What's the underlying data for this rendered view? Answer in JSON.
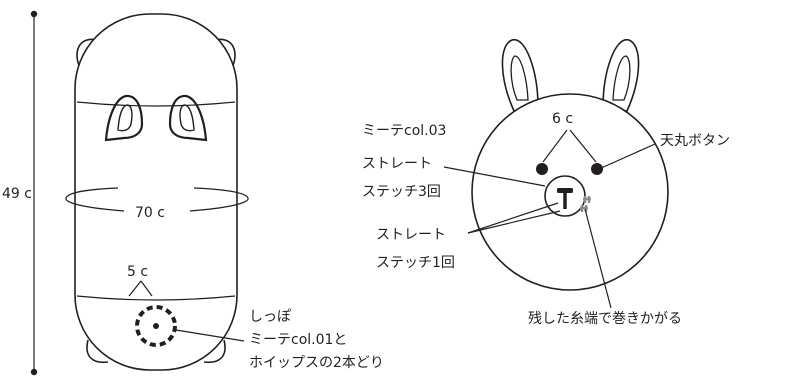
{
  "body_view": {
    "height_label": "49 c",
    "circumference_label": "70 c",
    "tail_size_label": "5 c",
    "tail_note": [
      "しっぽ",
      "ミーテcol.01と",
      "ホイップスの2本どり"
    ]
  },
  "face_view": {
    "eye_spacing_label": "6 c",
    "yarn_label": "ミーテcol.03",
    "mouth_stitch_label": [
      "ストレート",
      "ステッチ3回"
    ],
    "nose_stitch_label": [
      "ストレート",
      "ステッチ1回"
    ],
    "eye_label": "天丸ボタン",
    "yarn_end_label": "残した糸端で巻きかがる"
  },
  "colors": {
    "line": "#231f20",
    "yarn_end": "#8a8a8a"
  }
}
